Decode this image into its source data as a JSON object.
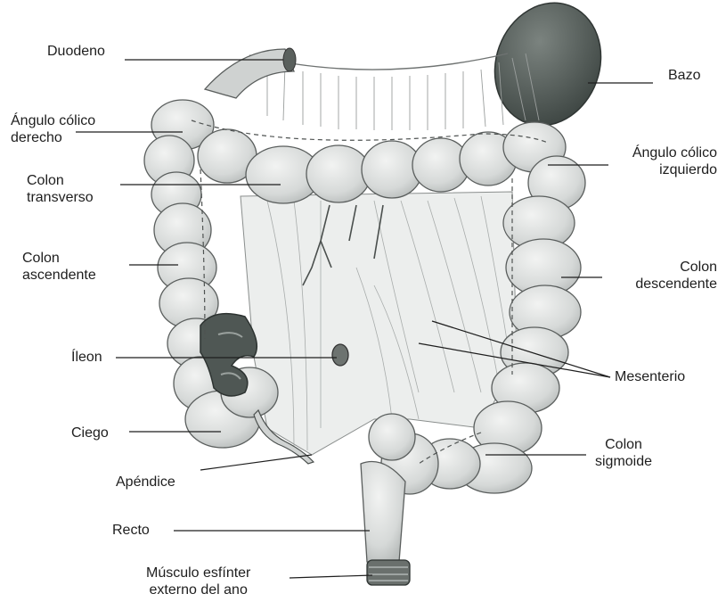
{
  "labels": {
    "duodeno": "Duodeno",
    "angulo_derecho": [
      "Ángulo cólico",
      "derecho"
    ],
    "colon_transverso": [
      "Colon",
      "transverso"
    ],
    "colon_ascendente": [
      "Colon",
      "ascendente"
    ],
    "ileon": "Íleon",
    "ciego": "Ciego",
    "apendice": "Apéndice",
    "recto": "Recto",
    "musculo_esfinter": [
      "Músculo esfínter",
      "externo del ano"
    ],
    "bazo": "Bazo",
    "angulo_izquierdo": [
      "Ángulo cólico",
      "izquierdo"
    ],
    "colon_descendente": [
      "Colon",
      "descendente"
    ],
    "mesenterio": "Mesenterio",
    "colon_sigmoide": [
      "Colon",
      "sigmoide"
    ]
  },
  "colors": {
    "colon_fill": "#d9dcdb",
    "colon_stroke": "#5a5e5d",
    "spleen": "#4d5552",
    "ileum": "#505855",
    "mesentery": "#ebeceb",
    "leader": "#1e1e1e"
  }
}
